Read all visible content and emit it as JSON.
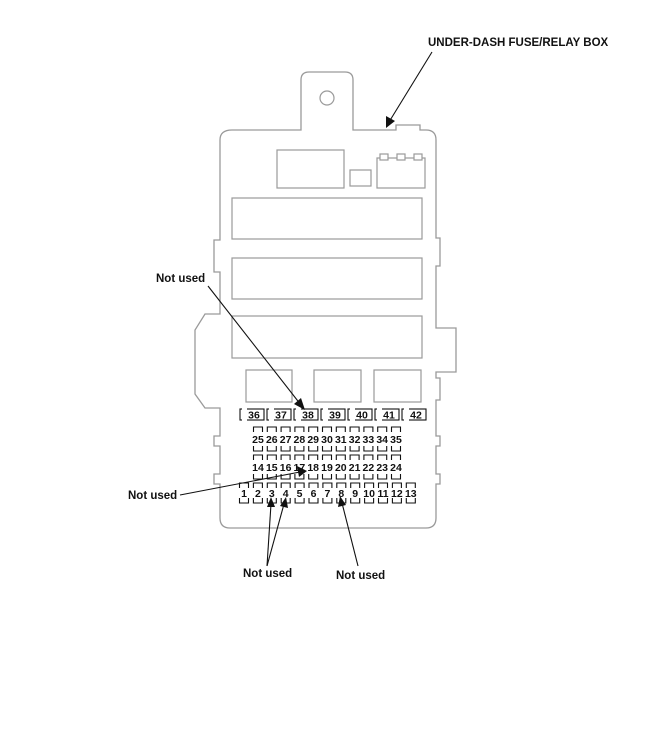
{
  "labels": {
    "box_title": "UNDER-DASH FUSE/RELAY BOX",
    "not_used_top": "Not used",
    "not_used_left": "Not used",
    "not_used_bottom_left": "Not used",
    "not_used_bottom_right": "Not used"
  },
  "fuses": {
    "top_row": [
      "36",
      "37",
      "38",
      "39",
      "40",
      "41",
      "42"
    ],
    "row_upper": [
      "25",
      "26",
      "27",
      "28",
      "29",
      "30",
      "31",
      "32",
      "33",
      "34",
      "35"
    ],
    "row_middle": [
      "14",
      "15",
      "16",
      "17",
      "18",
      "19",
      "20",
      "21",
      "22",
      "23",
      "24"
    ],
    "row_bottom": [
      "1",
      "2",
      "3",
      "4",
      "5",
      "6",
      "7",
      "8",
      "9",
      "10",
      "11",
      "12",
      "13"
    ]
  }
}
